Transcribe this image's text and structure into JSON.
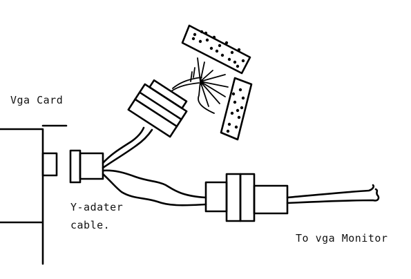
{
  "diagram": {
    "labels": {
      "vga_card": "Vga Card",
      "y_adapter_line1": "Y-adater",
      "y_adapter_line2": "cable.",
      "to_monitor": "To vga Monitor"
    }
  }
}
